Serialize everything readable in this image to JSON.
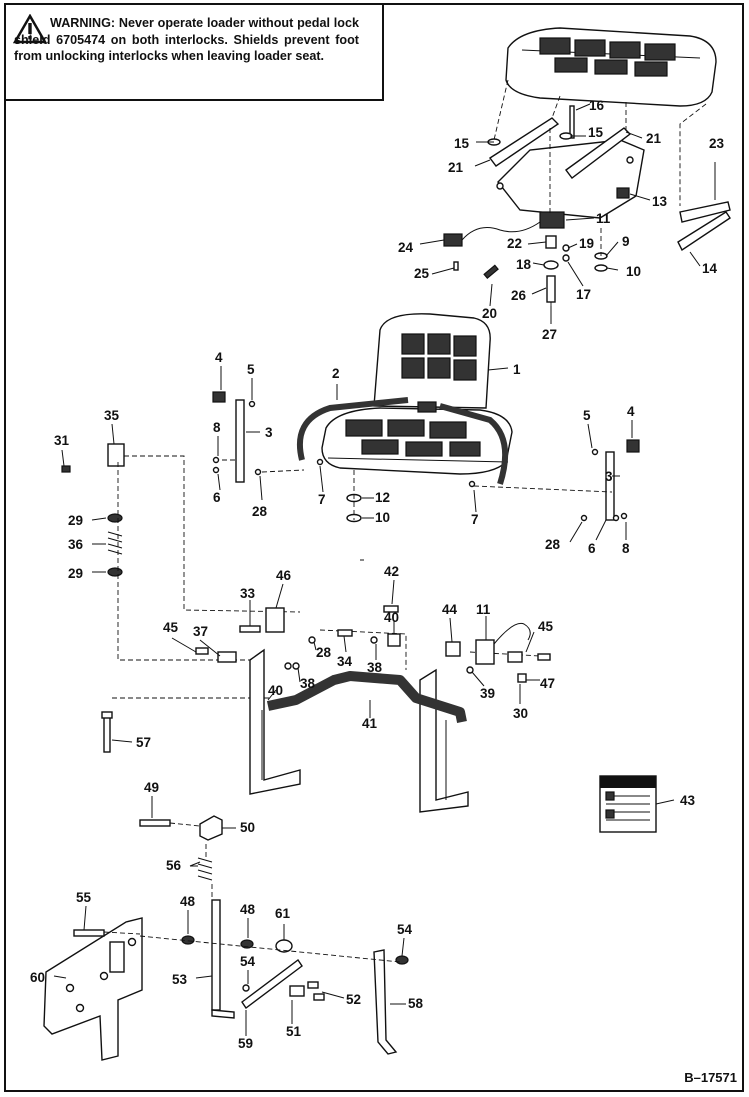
{
  "warning": {
    "heading": "WARNING:",
    "text": "Never operate loader without pedal lock shield 6705474 on both interlocks. Shields prevent foot from unlocking interlocks when leaving loader seat."
  },
  "document_code": "B–17571",
  "colors": {
    "ink": "#111111",
    "background": "#ffffff"
  },
  "callouts": [
    "1",
    "2",
    "3",
    "3",
    "4",
    "4",
    "5",
    "5",
    "6",
    "6",
    "7",
    "7",
    "8",
    "8",
    "9",
    "10",
    "10",
    "11",
    "11",
    "12",
    "13",
    "14",
    "15",
    "15",
    "16",
    "17",
    "18",
    "19",
    "20",
    "21",
    "21",
    "22",
    "23",
    "24",
    "25",
    "26",
    "27",
    "28",
    "28",
    "28",
    "29",
    "29",
    "30",
    "31",
    "33",
    "34",
    "35",
    "36",
    "37",
    "38",
    "38",
    "39",
    "40",
    "40",
    "41",
    "42",
    "43",
    "44",
    "45",
    "45",
    "46",
    "47",
    "48",
    "48",
    "49",
    "50",
    "51",
    "52",
    "53",
    "54",
    "54",
    "55",
    "56",
    "57",
    "58",
    "59",
    "60",
    "61"
  ]
}
